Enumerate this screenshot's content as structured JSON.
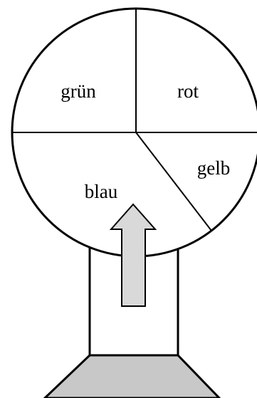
{
  "wheel": {
    "segments": [
      {
        "label": "grün"
      },
      {
        "label": "rot"
      },
      {
        "label": "gelb"
      },
      {
        "label": "blau"
      }
    ]
  },
  "colors": {
    "stroke": "#000000",
    "background": "#ffffff",
    "arrow_fill": "#d9d9d9",
    "base_fill": "#c8c8c8"
  }
}
